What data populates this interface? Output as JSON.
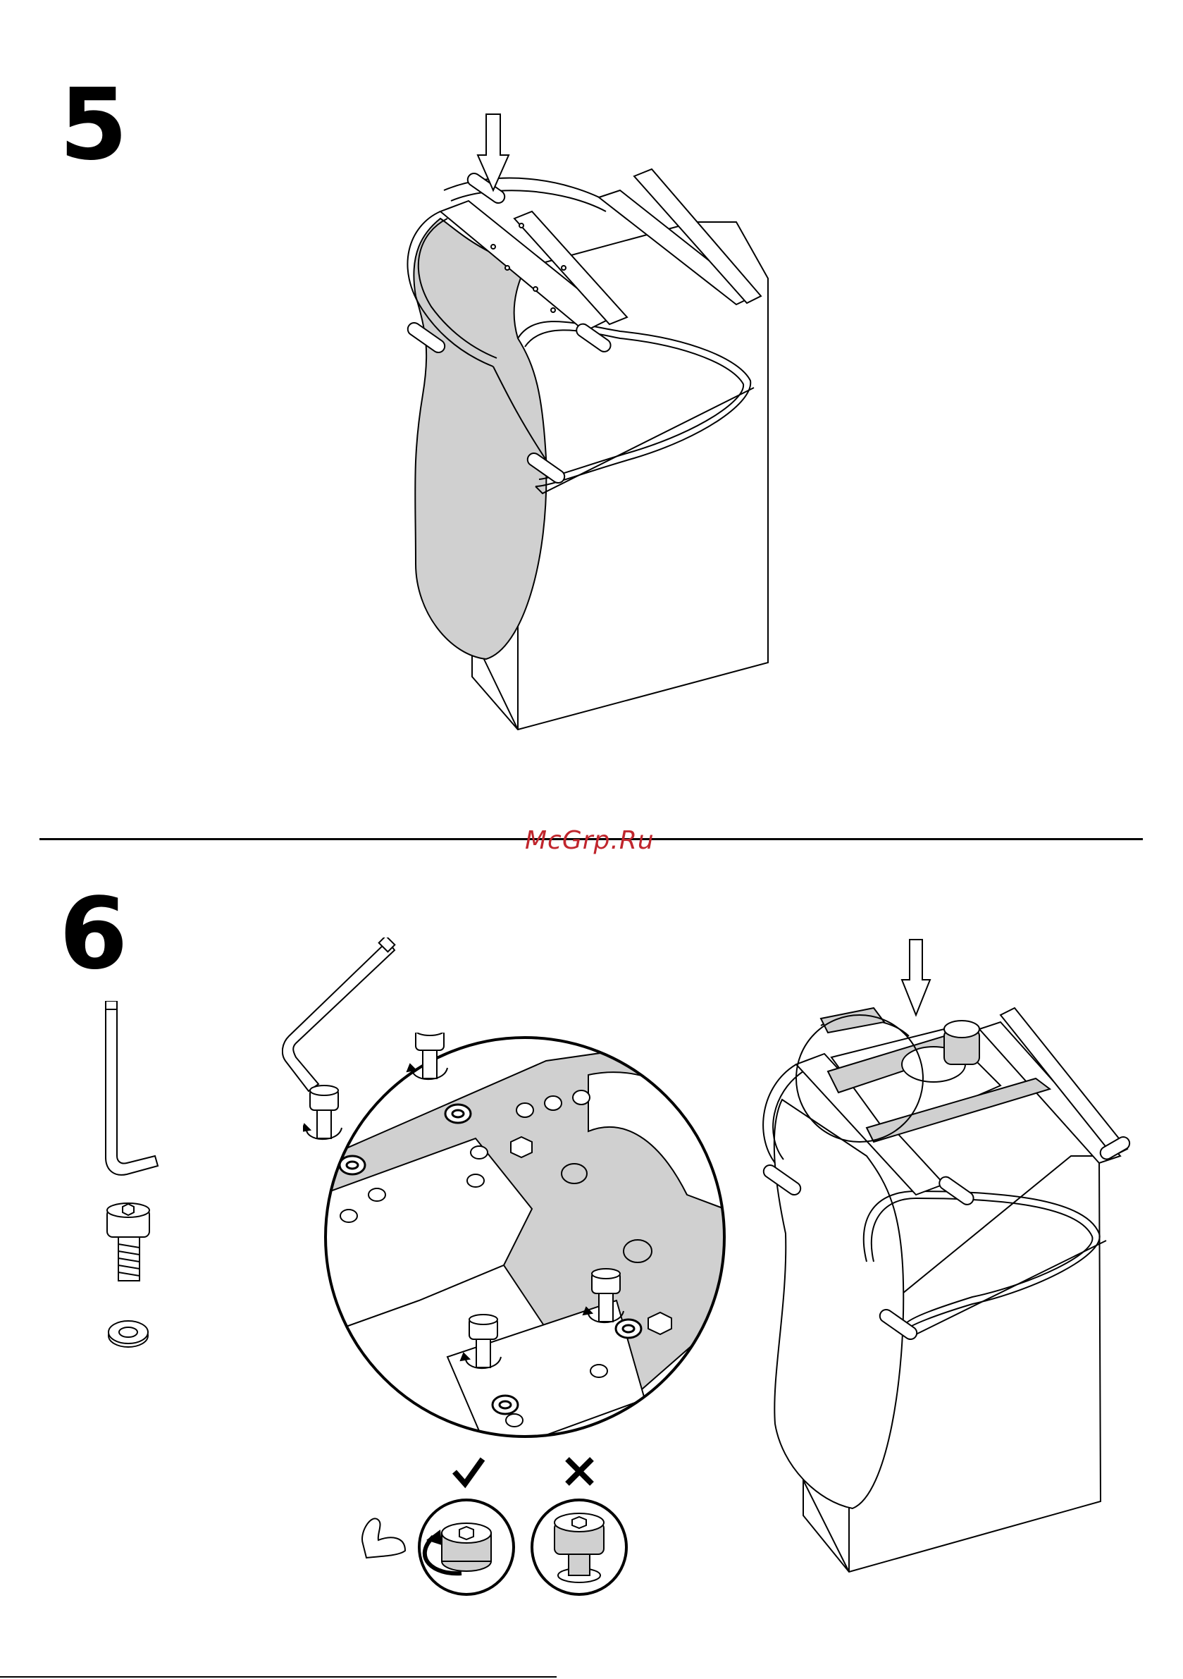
{
  "steps": [
    {
      "number": "5"
    },
    {
      "number": "6"
    }
  ],
  "watermark": "McGrp.Ru",
  "icons": {
    "press_down": "down-arrow-icon",
    "correct": "checkmark-icon",
    "incorrect": "cross-icon",
    "force": "flexed-arm-icon"
  },
  "colors": {
    "ink": "#000000",
    "fill_gray": "#d0d0d0",
    "watermark": "#c0262d"
  }
}
